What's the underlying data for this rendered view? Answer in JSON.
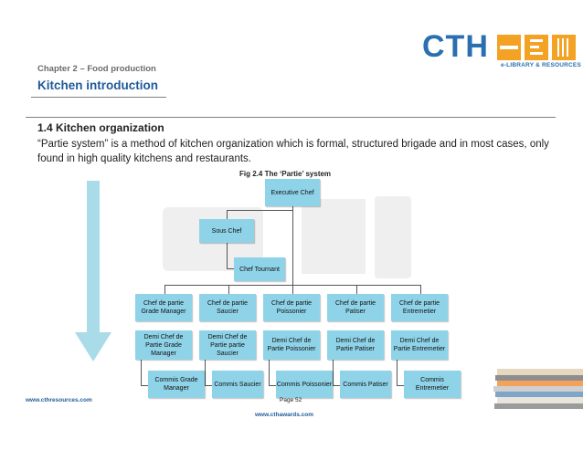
{
  "header": {
    "chapter": "Chapter 2 – Food production",
    "section": "Kitchen introduction",
    "logo_text": "CTH",
    "logo_sub": "e-LIBRARY & RESOURCES"
  },
  "content": {
    "heading": "1.4 Kitchen organization",
    "paragraph": "“Partie system” is a method of kitchen organization which is formal, structured brigade and in most cases, only found in high quality kitchens and restaurants.",
    "figure_caption": "Fig 2.4 The ‘Partie’ system"
  },
  "chart": {
    "executive": "Executive Chef",
    "sous": "Sous Chef",
    "tournant": "Chef Tournant",
    "parties": [
      "Chef de partie Grade Manager",
      "Chef de partie Saucier",
      "Chef de partie Poissonier",
      "Chef de partie Patiser",
      "Chef de partie Entremetier"
    ],
    "demis": [
      "Demi Chef de Partie Grade Manager",
      "Demi Chef de Partie partie Saucier",
      "Demi Chef de Partie Poissonier",
      "Demi Chef de Partie Patiser",
      "Demi Chef de Partie Entremetier"
    ],
    "commis": [
      "Commis Grade Manager",
      "Commis Saucier",
      "Commis Poissonier",
      "Commis Patiser",
      "Commis Entremetier"
    ]
  },
  "footer": {
    "left_url": "www.cthresources.com",
    "page": "Page 52",
    "center_url": "www.cthawards.com"
  },
  "colors": {
    "accent": "#2a6fb0",
    "node": "#8fd3e8",
    "arrow": "#a9dbe8"
  }
}
